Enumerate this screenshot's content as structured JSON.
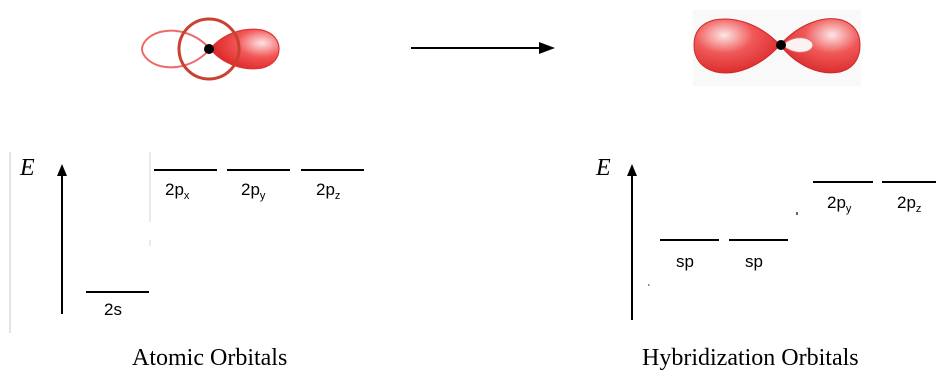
{
  "colors": {
    "lobe_red": "#e32222",
    "lobe_light": "#f6b5b5",
    "circle": "#c9412f",
    "line": "#000000"
  },
  "atomic": {
    "axis_label": "E",
    "levels": [
      {
        "base": "2s",
        "sub": ""
      },
      {
        "base": "2p",
        "sub": "x"
      },
      {
        "base": "2p",
        "sub": "y"
      },
      {
        "base": "2p",
        "sub": "z"
      }
    ],
    "caption": "Atomic Orbitals"
  },
  "hybrid": {
    "axis_label": "E",
    "levels": [
      {
        "base": "sp",
        "sub": ""
      },
      {
        "base": "sp",
        "sub": ""
      },
      {
        "base": "2p",
        "sub": "y"
      },
      {
        "base": "2p",
        "sub": "z"
      }
    ],
    "caption": "Hybridization Orbitals"
  },
  "icons": {
    "left_orbital": "sp-orbital-mixing-icon",
    "right_orbital": "sp-hybrid-orbital-icon",
    "arrow": "right-arrow-icon"
  }
}
